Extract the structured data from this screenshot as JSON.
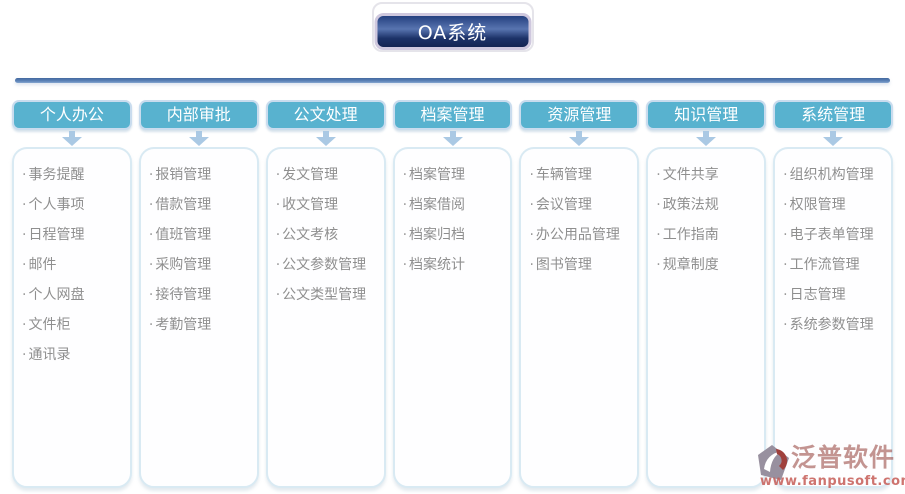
{
  "title": "OA系统",
  "bullet": "·",
  "columns": [
    {
      "header": "个人办公",
      "items": [
        "事务提醒",
        "个人事项",
        "日程管理",
        "邮件",
        "个人网盘",
        "文件柜",
        "通讯录"
      ]
    },
    {
      "header": "内部审批",
      "items": [
        "报销管理",
        "借款管理",
        "值班管理",
        "采购管理",
        "接待管理",
        "考勤管理"
      ]
    },
    {
      "header": "公文处理",
      "items": [
        "发文管理",
        "收文管理",
        "公文考核",
        "公文参数管理",
        "公文类型管理"
      ]
    },
    {
      "header": "档案管理",
      "items": [
        "档案管理",
        "档案借阅",
        "档案归档",
        "档案统计"
      ]
    },
    {
      "header": "资源管理",
      "items": [
        "车辆管理",
        "会议管理",
        "办公用品管理",
        "图书管理"
      ]
    },
    {
      "header": "知识管理",
      "items": [
        "文件共享",
        "政策法规",
        "工作指南",
        "规章制度"
      ]
    },
    {
      "header": "系统管理",
      "items": [
        "组织机构管理",
        "权限管理",
        "电子表单管理",
        "工作流管理",
        "日志管理",
        "系统参数管理"
      ]
    }
  ],
  "watermark": {
    "brand": "泛普软件",
    "url": "www.fanpusoft.com"
  },
  "icons": {
    "arrow_down": "down-block-arrow",
    "logo": "fanpu-logo"
  },
  "colors": {
    "header_teal": "#58b2cf",
    "title_navy": "#1c3268",
    "title_border": "#cfc8de",
    "divider_blue": "#44699f",
    "column_border": "#d9eaf3",
    "item_gray": "#8f8f8f",
    "brand_red": "#a0403c"
  }
}
